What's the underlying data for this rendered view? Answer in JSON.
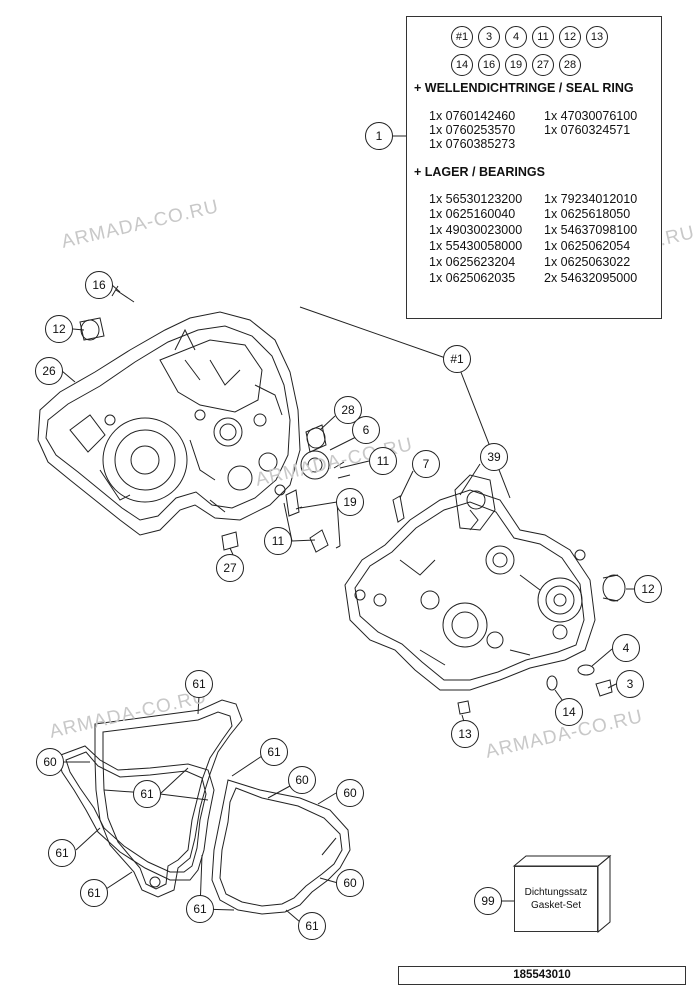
{
  "parts_box": {
    "chips_row1": [
      "#1",
      "3",
      "4",
      "11",
      "12",
      "13"
    ],
    "chips_row2": [
      "14",
      "16",
      "19",
      "27",
      "28"
    ],
    "seal_heading": "+ WELLENDICHTRINGE / SEAL RING",
    "seals_left": [
      "1x 0760142460",
      "1x 0760253570",
      "1x 0760385273"
    ],
    "seals_right": [
      "1x 47030076100",
      "1x 0760324571"
    ],
    "bearing_heading": "+ LAGER / BEARINGS",
    "bearings_left": [
      "1x 56530123200",
      "1x 0625160040",
      "1x 49030023000",
      "1x 55430058000",
      "1x 0625623204",
      "1x 0625062035"
    ],
    "bearings_right": [
      "1x 79234012010",
      "1x 0625618050",
      "1x 54637098100",
      "1x 0625062054",
      "1x 0625063022",
      "2x 54632095000"
    ]
  },
  "callouts": {
    "c1": "1",
    "c16": "16",
    "c12_left": "12",
    "c26": "26",
    "c28": "28",
    "c6": "6",
    "c11_top": "11",
    "c7": "7",
    "c39": "39",
    "c19": "19",
    "c11_bottom": "11",
    "c27": "27",
    "c12_right": "12",
    "c4": "4",
    "c3": "3",
    "c14": "14",
    "c13": "13",
    "c_group": "#1",
    "c61_a": "61",
    "c60_a": "60",
    "c61_b": "61",
    "c61_c": "61",
    "c60_b": "60",
    "c60_c": "60",
    "c61_d": "61",
    "c60_d": "60",
    "c61_e": "61",
    "c61_f": "61",
    "c61_g": "61",
    "c99": "99"
  },
  "gasket_set": {
    "line1": "Dichtungssatz",
    "line2": "Gasket-Set"
  },
  "drawing_number": "185543010",
  "watermarks": [
    "ARMADA-CO.RU",
    "ARMADA-CO.RU",
    "ARMADA-CO.RU",
    "ARMADA-CO.RU",
    "ARMADA-CO.RU"
  ]
}
